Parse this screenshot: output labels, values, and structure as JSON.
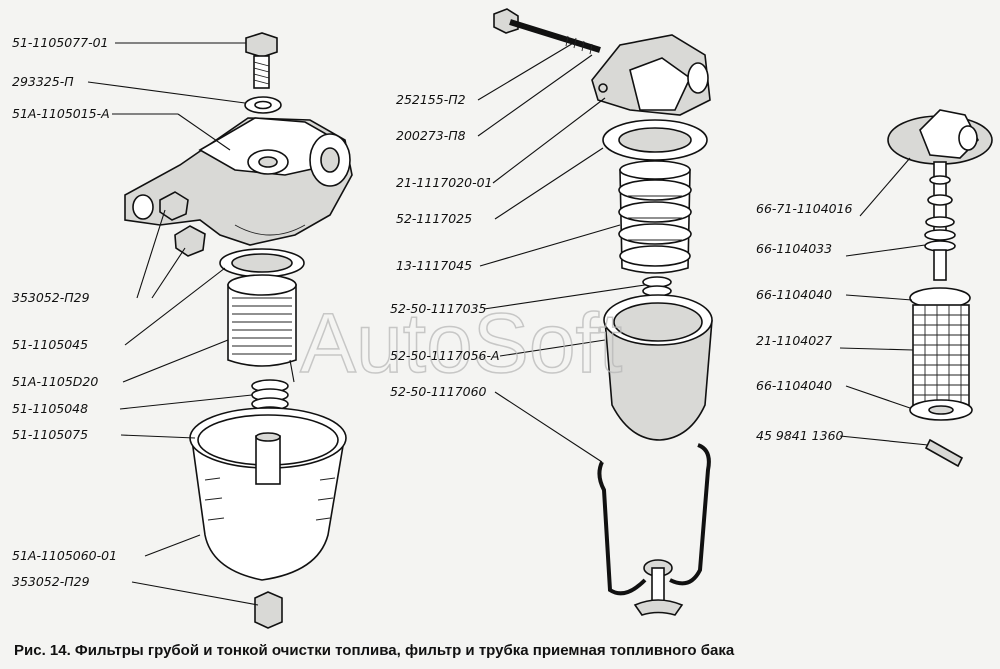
{
  "watermark": "AutoSoft",
  "caption": "Рис. 14. Фильтры грубой и тонкой очистки топлива, фильтр и трубка приемная топливного бака",
  "labels": [
    {
      "id": "l1",
      "text": "51-1105077-01"
    },
    {
      "id": "l2",
      "text": "293325-П"
    },
    {
      "id": "l3",
      "text": "51А-1105015-А"
    },
    {
      "id": "l4",
      "text": "353052-П29"
    },
    {
      "id": "l5",
      "text": "51-1105045"
    },
    {
      "id": "l6",
      "text": "51А-1105D20"
    },
    {
      "id": "l7",
      "text": "51-1105048"
    },
    {
      "id": "l8",
      "text": "51-1105075"
    },
    {
      "id": "l9",
      "text": "51А-1105060-01"
    },
    {
      "id": "l10",
      "text": "353052-П29"
    },
    {
      "id": "l11",
      "text": "252155-П2"
    },
    {
      "id": "l12",
      "text": "200273-П8"
    },
    {
      "id": "l13",
      "text": "21-1117020-01"
    },
    {
      "id": "l14",
      "text": "52-1117025"
    },
    {
      "id": "l15",
      "text": "13-1117045"
    },
    {
      "id": "l16",
      "text": "52-50-1117035"
    },
    {
      "id": "l17",
      "text": "52-50-1117056-А"
    },
    {
      "id": "l18",
      "text": "52-50-1117060"
    },
    {
      "id": "l19",
      "text": "66-71-1104016"
    },
    {
      "id": "l20",
      "text": "66-1104033"
    },
    {
      "id": "l21",
      "text": "66-1104040"
    },
    {
      "id": "l22",
      "text": "21-1104027"
    },
    {
      "id": "l23",
      "text": "66-1104040"
    },
    {
      "id": "l24",
      "text": "45 9841 1360"
    }
  ]
}
